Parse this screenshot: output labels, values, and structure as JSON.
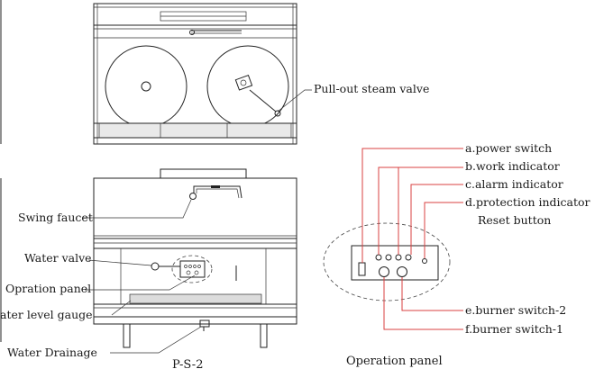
{
  "labels": {
    "pull_out_valve": "Pull-out steam valve",
    "swing_faucet": "Swing faucet",
    "water_valve": "Water valve",
    "operation_panel_left": "Opration panel",
    "water_level_gauge": "ater level gauge",
    "water_drainage": "Water Drainage",
    "model": "P-S-2",
    "operation_panel_caption": "Operation panel"
  },
  "panel_items": [
    {
      "letter": "a.",
      "text": "power switch"
    },
    {
      "letter": "b.",
      "text": "work indicator"
    },
    {
      "letter": "c.",
      "text": "alarm indicator"
    },
    {
      "letter": "d.",
      "text": "protection indicator"
    },
    {
      "letter": "",
      "text": "Reset button"
    },
    {
      "letter": "e.",
      "text": "burner switch-2"
    },
    {
      "letter": "f.",
      "text": "burner switch-1"
    }
  ],
  "colors": {
    "leader": "#d94040",
    "line": "#222222"
  }
}
